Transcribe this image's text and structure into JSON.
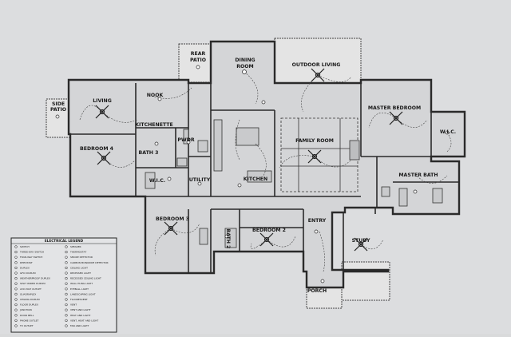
{
  "rooms": {
    "rear_patio": [
      "REAR",
      "PATIO"
    ],
    "dining_room": [
      "DINING",
      "ROOM"
    ],
    "outdoor_living": "OUTDOOR LIVING",
    "side_patio": [
      "SIDE",
      "PATIO"
    ],
    "living": "LIVING",
    "nook": "NOOK",
    "kitchenette": "KITCHENETTE",
    "bedroom_4": "BEDROOM 4",
    "bath_3": "BATH 3",
    "pwdr": "PWDR",
    "wic_left": "W.I.C.",
    "utility": "UTILITY",
    "kitchen": "KITCHEN",
    "family_room": "FAMILY ROOM",
    "master_bedroom": "MASTER BEDROOM",
    "wic_right": "W.I.C.",
    "master_bath": "MASTER BATH",
    "bedroom_3": "BEDROOM 3",
    "bath_2": "BATH 2",
    "bedroom_2": "BEDROOM 2",
    "entry": "ENTRY",
    "study": "STUDY",
    "porch": "PORCH"
  },
  "legend": {
    "title": "ELECTRICAL LEGEND",
    "left": [
      "SWITCH",
      "THREE-WAY SWITCH",
      "FOUR-WAY SWITCH",
      "RHEOSTAT",
      "DUPLEX",
      "GFCI DUPLEX",
      "WEATHERPROOF DUPLEX",
      "SPLIT WIRED DUPLEX",
      "220 VOLT OUTLET",
      "QUADRAPLEX",
      "CEILING DUPLEX",
      "FLOOR DUPLEX",
      "JUNCTION",
      "DOOR BELL",
      "PHONE OUTLET",
      "TV OUTLET"
    ],
    "right": [
      "SPEAKER",
      "THERMOSTAT",
      "SMOKE DETECTOR",
      "CARBON MONOXIDE DETECTOR",
      "CEILING LIGHT",
      "RECESSED LIGHT",
      "RECESSED CEILING LIGHT",
      "WALL HUNG LIGHT",
      "EYEBALL LIGHT",
      "LANDSCAPING LIGHT",
      "FLUORESCENT",
      "VENT",
      "VENT AND LIGHT",
      "HEAT AND LIGHT",
      "VENT, HEAT AND LIGHT",
      "FAN AND LIGHT"
    ]
  }
}
